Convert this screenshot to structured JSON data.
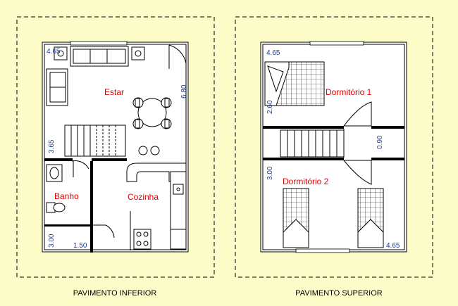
{
  "plans": [
    {
      "caption": "PAVIMENTO INFERIOR",
      "rooms": {
        "estar": "Estar",
        "banho": "Banho",
        "cozinha": "Cozinha"
      },
      "dimensions": {
        "d465": "4.65",
        "d680": "6.80",
        "d365": "3.65",
        "d300": "3.00",
        "d150": "1.50"
      }
    },
    {
      "caption": "PAVIMENTO SUPERIOR",
      "rooms": {
        "dormitorio1": "Dormitório 1",
        "dormitorio2": "Dormitório 2"
      },
      "dimensions": {
        "d465_top": "4.65",
        "d260": "2.60",
        "d090": "0.90",
        "d300": "3.00",
        "d465_bottom": "4.65"
      }
    }
  ],
  "colors": {
    "background": "#fdfdc9",
    "room_label": "#e00000",
    "dimension": "#1a3fa0"
  }
}
